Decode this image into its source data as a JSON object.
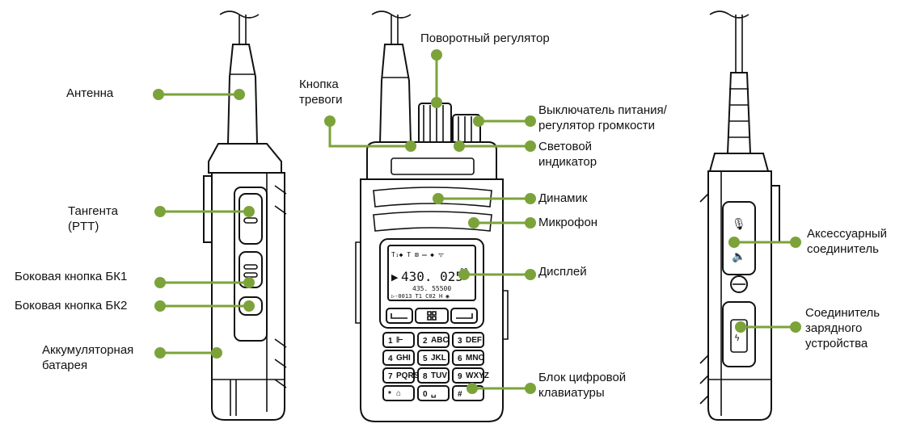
{
  "labels": {
    "antenna": "Антенна",
    "ptt": [
      "Тангента",
      "(PTT)"
    ],
    "side_button_1": "Боковая кнопка БК1",
    "side_button_2": "Боковая кнопка БК2",
    "battery": [
      "Аккумуляторная",
      "батарея"
    ],
    "rotary_knob": "Поворотный регулятор",
    "alarm_button": [
      "Кнопка",
      "тревоги"
    ],
    "power_volume": [
      "Выключатель питания/",
      "регулятор громкости"
    ],
    "led_indicator": [
      "Световой",
      "индикатор"
    ],
    "speaker": "Динамик",
    "microphone": "Микрофон",
    "display": "Дисплей",
    "keypad": [
      "Блок цифровой",
      "клавиатуры"
    ],
    "accessory_connector": [
      "Аксессуарный",
      "соединитель"
    ],
    "charger_connector": [
      "Соединитель",
      "зарядного",
      "устройства"
    ]
  },
  "screen": {
    "status_row": "T₁◆ T ⊠ ▭ ◆  ᯤ",
    "freq_main": "430. 025",
    "freq_main_sup": "00",
    "freq_sub": "435. 55500",
    "bottom_row": "▷-0013  T1  C02  H  ◉"
  },
  "keypad": [
    {
      "main": "1",
      "sub": "⊩"
    },
    {
      "main": "2",
      "sub": "ABC"
    },
    {
      "main": "3",
      "sub": "DEF"
    },
    {
      "main": "4",
      "sub": "GHI"
    },
    {
      "main": "5",
      "sub": "JKL"
    },
    {
      "main": "6",
      "sub": "MNO"
    },
    {
      "main": "7",
      "sub": "PQRS"
    },
    {
      "main": "8",
      "sub": "TUV"
    },
    {
      "main": "9",
      "sub": "WXYZ"
    },
    {
      "main": "*",
      "sub": "⌂"
    },
    {
      "main": "0",
      "sub": "␣"
    },
    {
      "main": "#",
      "sub": ""
    }
  ],
  "colors": {
    "callout": "#7ba33a",
    "outline": "#111111",
    "background": "#ffffff"
  }
}
